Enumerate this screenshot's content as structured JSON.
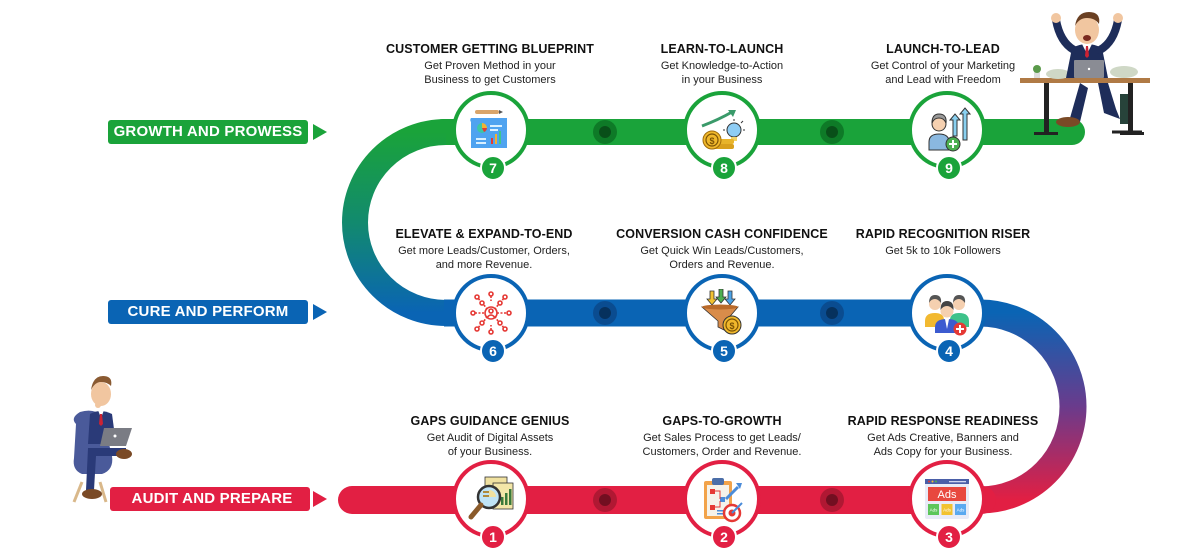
{
  "colors": {
    "green": "#1aa33a",
    "green_dark": "#0e6b22",
    "blue": "#0a64b4",
    "blue_dark": "#0a3f75",
    "red": "#e21f43",
    "red_dark": "#8e1428",
    "purple": "#6a3b8c"
  },
  "stages": [
    {
      "id": "growth",
      "label": "GROWTH AND PROWESS",
      "color": "#1aa33a"
    },
    {
      "id": "cure",
      "label": "CURE AND PERFORM",
      "color": "#0a64b4"
    },
    {
      "id": "audit",
      "label": "AUDIT AND PREPARE",
      "color": "#e21f43"
    }
  ],
  "steps": [
    {
      "number": "1",
      "title": "GAPS GUIDANCE GENIUS",
      "desc_lines": [
        "Get Audit of Digital Assets",
        "of your Business."
      ],
      "icon": "magnifier-report-icon",
      "stage": "audit"
    },
    {
      "number": "2",
      "title": "GAPS-TO-GROWTH",
      "desc_lines": [
        "Get Sales Process to get Leads/",
        "Customers, Order and Revenue."
      ],
      "icon": "clipboard-target-icon",
      "stage": "audit"
    },
    {
      "number": "3",
      "title": "RAPID RESPONSE READINESS",
      "desc_lines": [
        "Get Ads Creative, Banners and",
        "Ads Copy for your Business."
      ],
      "icon": "ads-window-icon",
      "stage": "audit",
      "icon_text": {
        "main": "Ads",
        "small": "Ads"
      }
    },
    {
      "number": "4",
      "title": "RAPID RECOGNITION RISER",
      "desc_lines": [
        "Get 5k to 10k Followers"
      ],
      "icon": "followers-group-icon",
      "stage": "cure"
    },
    {
      "number": "5",
      "title": "CONVERSION CASH CONFIDENCE",
      "desc_lines": [
        "Get Quick Win Leads/Customers,",
        "Orders and Revenue."
      ],
      "icon": "funnel-coin-icon",
      "stage": "cure"
    },
    {
      "number": "6",
      "title": "ELEVATE & EXPAND-TO-END",
      "desc_lines": [
        "Get more Leads/Customer, Orders,",
        "and more Revenue."
      ],
      "icon": "network-user-icon",
      "stage": "cure"
    },
    {
      "number": "7",
      "title": "CUSTOMER GETTING BLUEPRINT",
      "desc_lines": [
        "Get Proven Method in your",
        "Business to get Customers"
      ],
      "icon": "blueprint-chart-icon",
      "stage": "growth"
    },
    {
      "number": "8",
      "title": "LEARN-TO-LAUNCH",
      "desc_lines": [
        "Get Knowledge-to-Action",
        "in your Business"
      ],
      "icon": "coins-bulb-growth-icon",
      "stage": "growth"
    },
    {
      "number": "9",
      "title": "LAUNCH-TO-LEAD",
      "desc_lines": [
        "Get Control of your Marketing",
        "and Lead with Freedom"
      ],
      "icon": "person-growth-arrows-icon",
      "stage": "growth"
    }
  ]
}
